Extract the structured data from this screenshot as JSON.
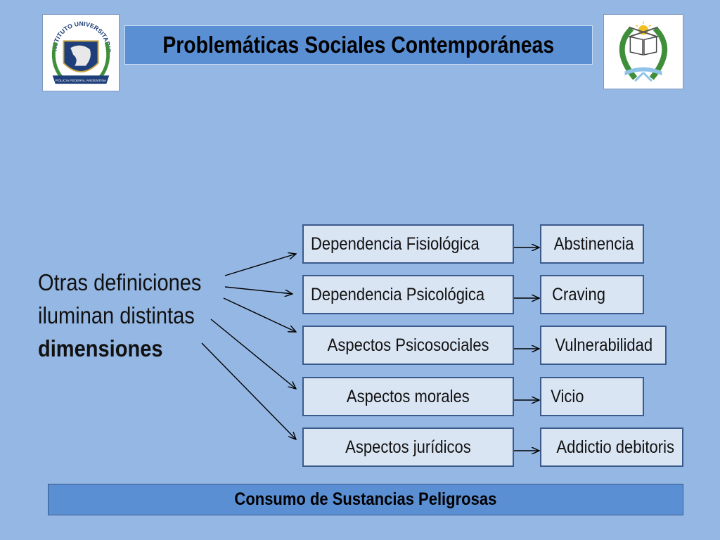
{
  "header": {
    "title": "Problemáticas Sociales Contemporáneas",
    "logo_left": {
      "arc_text": "INSTITUTO UNIVERSITARIO",
      "band_text": "POLICIA FEDERAL ARGENTINA"
    }
  },
  "diagram": {
    "lead_lines": [
      "Otras definiciones",
      "iluminan distintas"
    ],
    "lead_bold": "dimensiones",
    "dimensions": [
      "Dependencia Fisiológica",
      "Dependencia Psicológica",
      "Aspectos Psicosociales",
      "Aspectos morales",
      "Aspectos jurídicos"
    ],
    "outcomes": [
      "Abstinencia",
      "Craving",
      "Vulnerabilidad",
      "Vicio",
      "Addictio debitoris"
    ]
  },
  "footer": {
    "label": "Consumo de Sustancias Peligrosas"
  },
  "colors": {
    "background": "#95b7e3",
    "banner": "#5b8fd4",
    "box_fill": "#dae5f4",
    "box_border": "#3a5a8c"
  }
}
